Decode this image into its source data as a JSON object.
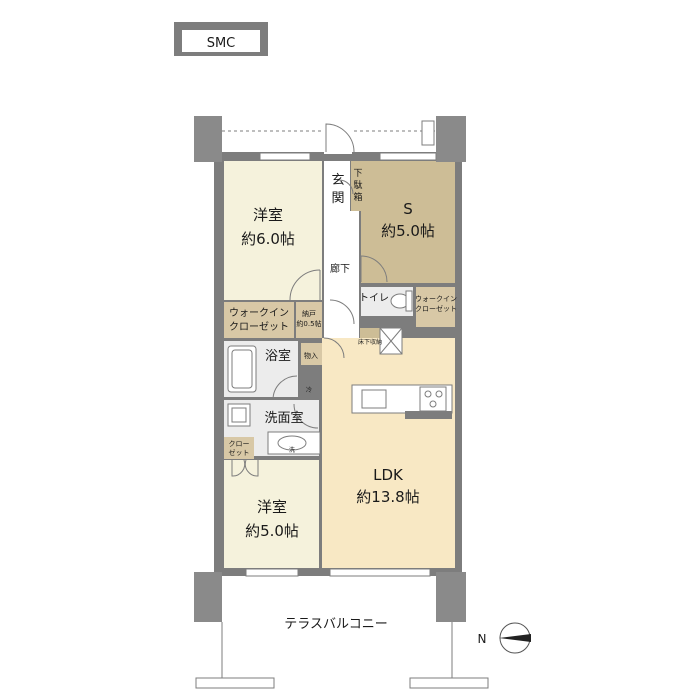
{
  "meter_room": {
    "label": "SMC"
  },
  "rooms": {
    "western_north": {
      "name": "洋室",
      "area": "約6.0帖"
    },
    "storage_room": {
      "name": "S",
      "area": "約5.0帖"
    },
    "entrance": {
      "name_top": "玄",
      "name_bottom": "関"
    },
    "shoe_box": {
      "name_top": "下",
      "name_mid": "駄",
      "name_bottom": "箱"
    },
    "hallway": {
      "name": "廊下"
    },
    "toilet": {
      "name": "トイレ"
    },
    "walkin_north": {
      "line1": "ウォークイン",
      "line2": "クローゼット"
    },
    "walkin_south": {
      "line1": "ウォークイン",
      "line2": "クローゼット"
    },
    "linen": {
      "line1": "納戸",
      "line2": "約0.5帖"
    },
    "bathroom": {
      "name": "浴室"
    },
    "storage_small": {
      "name": "物入"
    },
    "pantry": {
      "name": "床下収納"
    },
    "washroom": {
      "name": "洗面室"
    },
    "closet": {
      "line1": "クロー",
      "line2": "ゼット"
    },
    "western_south": {
      "name": "洋室",
      "area": "約5.0帖"
    },
    "ldk": {
      "name": "LDK",
      "area": "約13.8帖"
    },
    "terrace": {
      "name": "テラスバルコニー"
    },
    "fridge": {
      "label": "冷"
    },
    "washer": {
      "label": "洗"
    }
  },
  "compass": {
    "label": "N"
  },
  "colors": {
    "wall": "#7d7d7d",
    "pillar": "#8a8a8a",
    "western_floor": "#f5f2dc",
    "storage_floor": "#cdbd96",
    "ldk_floor": "#f8e8c4",
    "closet_floor": "#d8c8a6",
    "wet_floor": "#ececec"
  }
}
